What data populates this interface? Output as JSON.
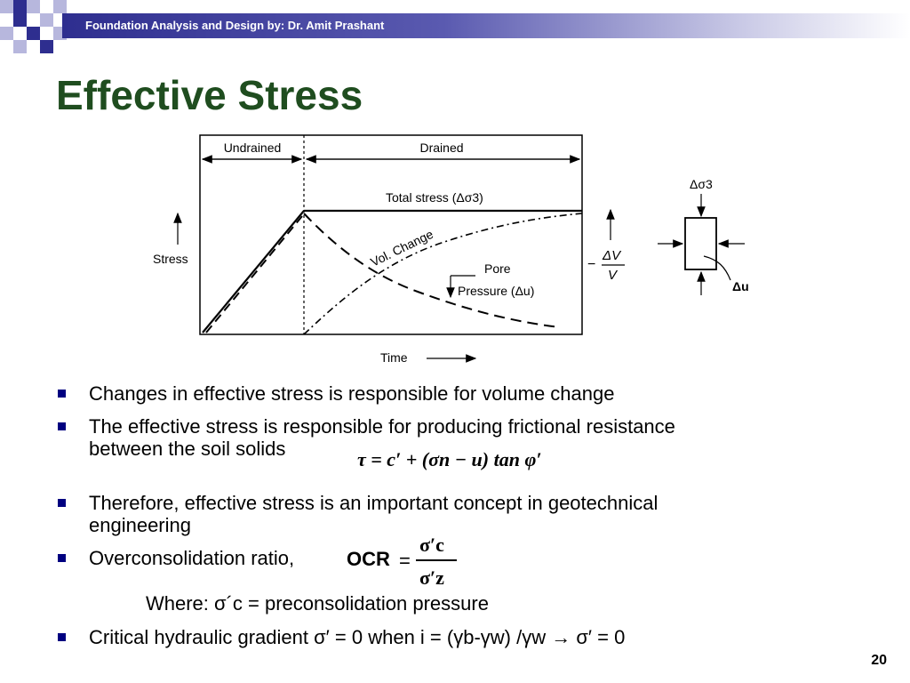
{
  "header": {
    "title": "Foundation Analysis and Design by: Dr. Amit Prashant"
  },
  "slide": {
    "title": "Effective Stress",
    "page_number": "20"
  },
  "diagram": {
    "undrained": "Undrained",
    "drained": "Drained",
    "total_stress": "Total stress (Δσ3)",
    "vol_change": "Vol. Change",
    "pore": "Pore",
    "pore_pressure": "Pressure (Δu)",
    "stress": "Stress",
    "time": "Time",
    "dv": "ΔV",
    "v": "V",
    "minus": "−",
    "dsigma3": "Δσ3",
    "du": "Δu"
  },
  "bullets": {
    "b1": "Changes in effective stress is responsible for volume change",
    "b2_line1": "The effective stress is responsible for producing frictional resistance",
    "b2_line2": "between the soil solids",
    "b3_line1": "Therefore, effective stress is an important concept in geotechnical",
    "b3_line2": "engineering",
    "b4": "Overconsolidation ratio,",
    "where": "Where: σ´c = preconsolidation pressure",
    "b5": "Critical hydraulic gradient σ′ = 0 when i = (γb-γw) /γw → σ′ = 0"
  },
  "equations": {
    "tau": "τ = c′ + (σn − u) tan φ′",
    "ocr_label": "OCR",
    "ocr_num": "σ′c",
    "ocr_den": "σ′z"
  },
  "colors": {
    "title": "#1f4d1f",
    "header_bar": "#2e2e8f",
    "bullet": "#000080"
  }
}
